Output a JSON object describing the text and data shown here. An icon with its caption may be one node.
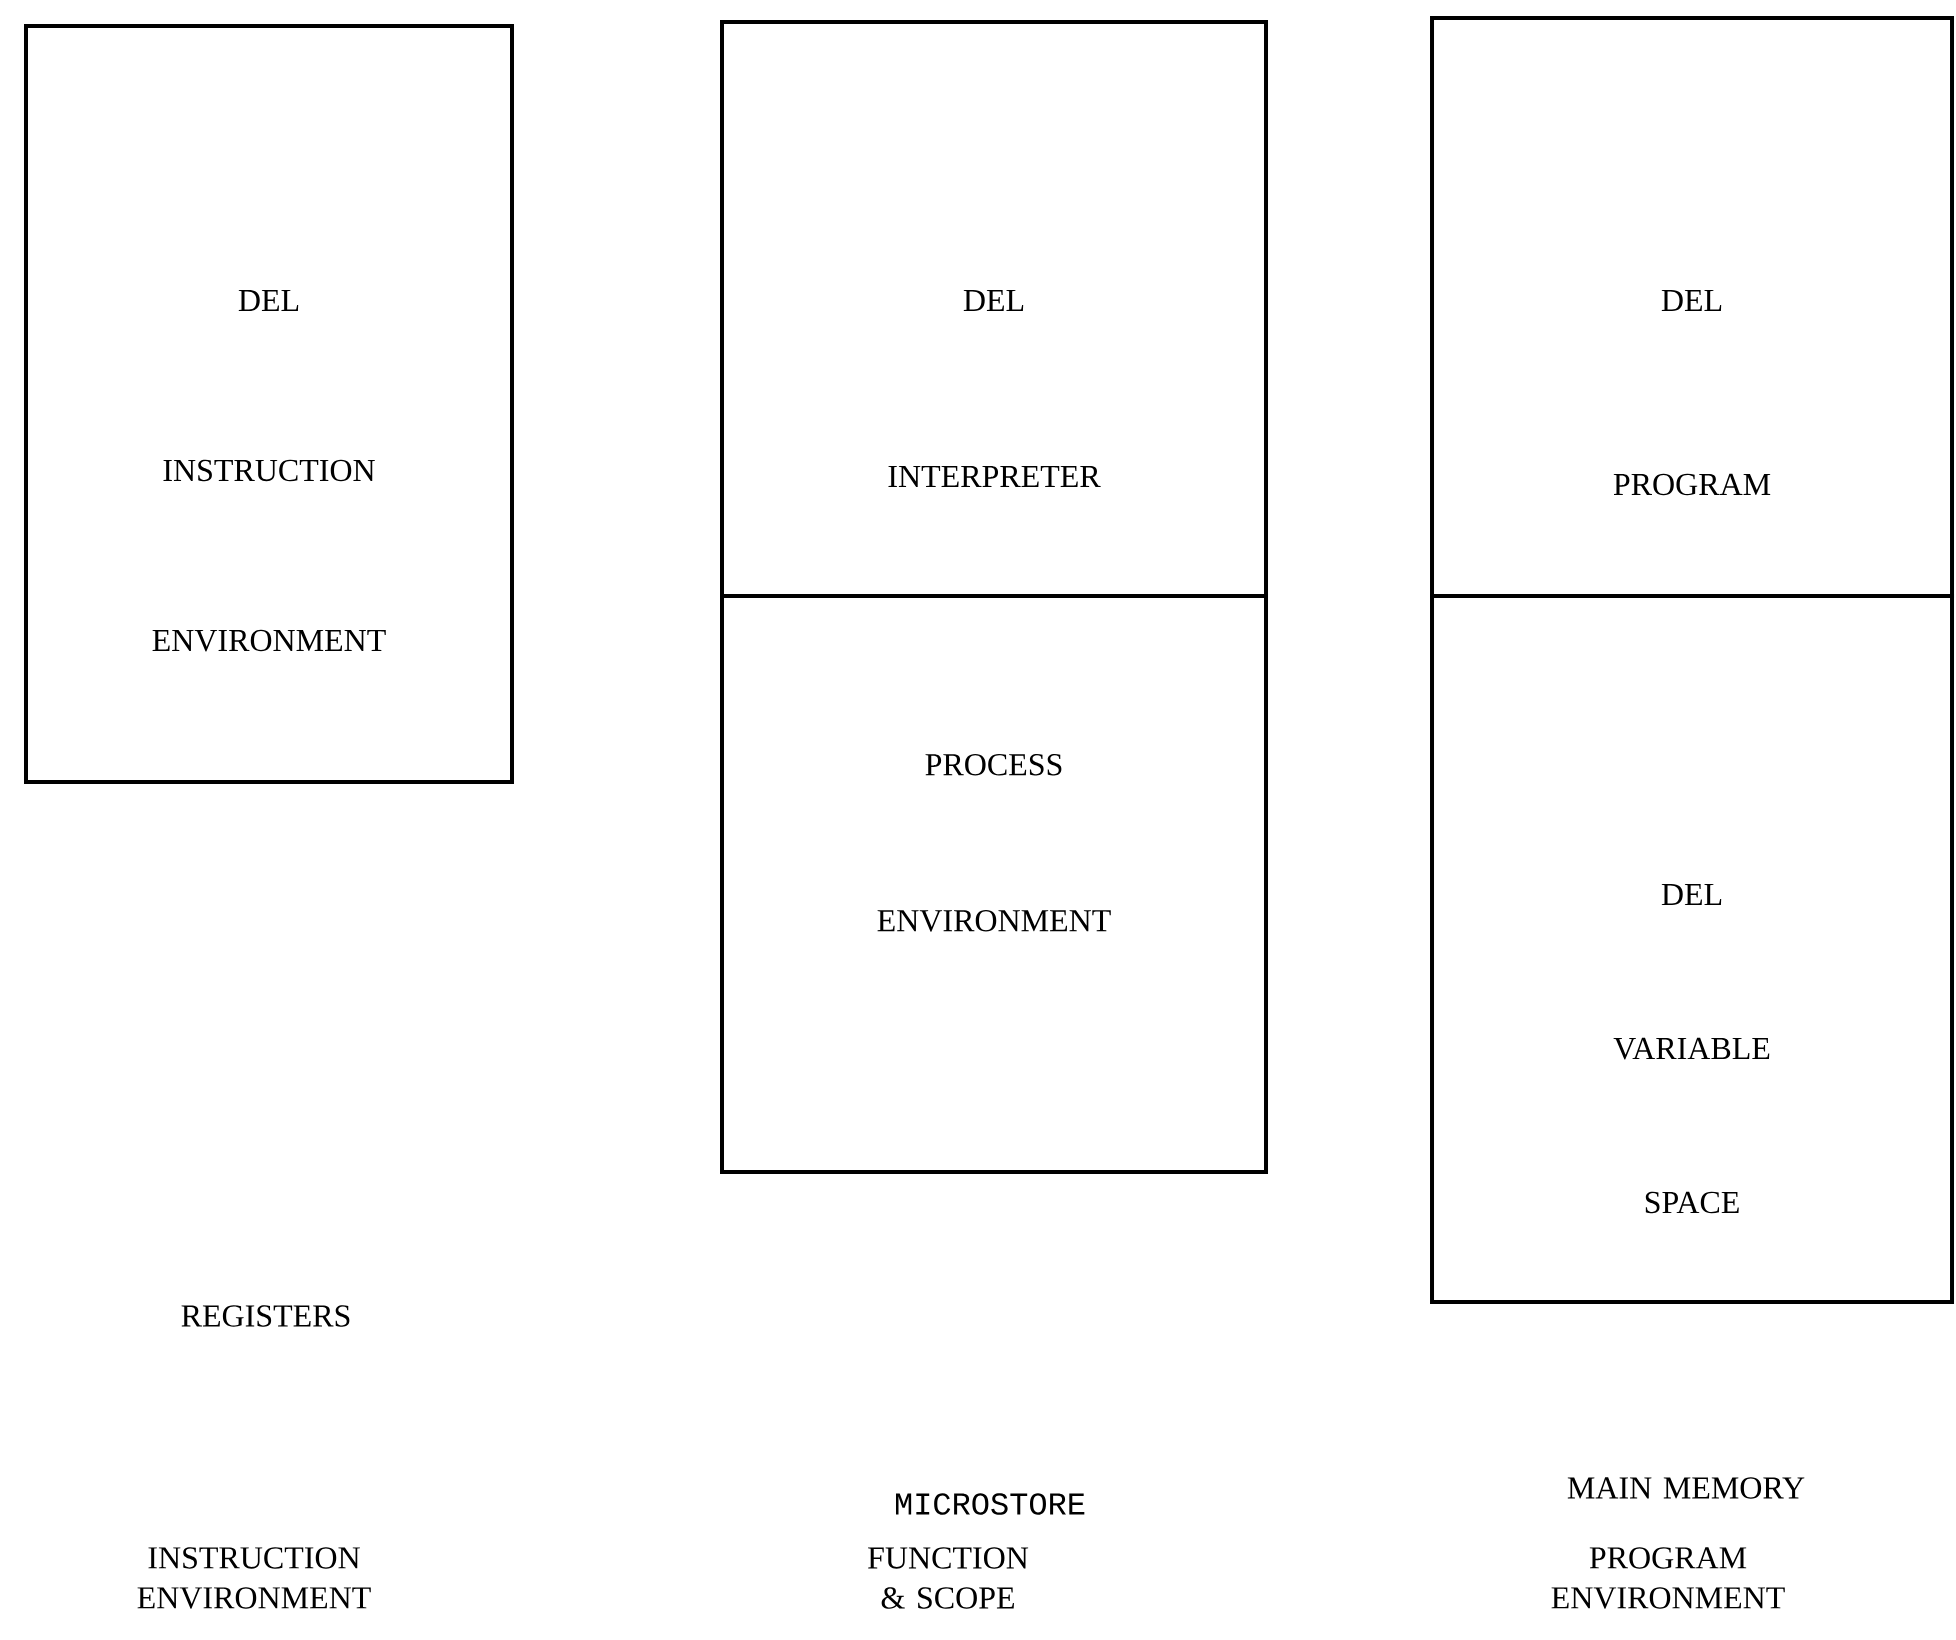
{
  "diagram": {
    "nodes": [
      {
        "text": [
          "DEL INSTRUCTION ENVIRONMENT"
        ]
      },
      {
        "text": [
          "DEL INTERPRETER"
        ]
      },
      {
        "text": [
          "PROCESS ENVIRONMENT"
        ]
      },
      {
        "text": [
          "DEL PROGRAM"
        ]
      },
      {
        "text": [
          "DEL VARIABLE SPACE"
        ]
      }
    ],
    "edges": [],
    "labels": [
      "REGISTERS",
      "MICROSTORE",
      "MAIN MEMORY",
      "INSTRUCTION ENVIRONMENT",
      "FUNCTION & SCOPE",
      "PROGRAM ENVIRONMENT"
    ]
  }
}
